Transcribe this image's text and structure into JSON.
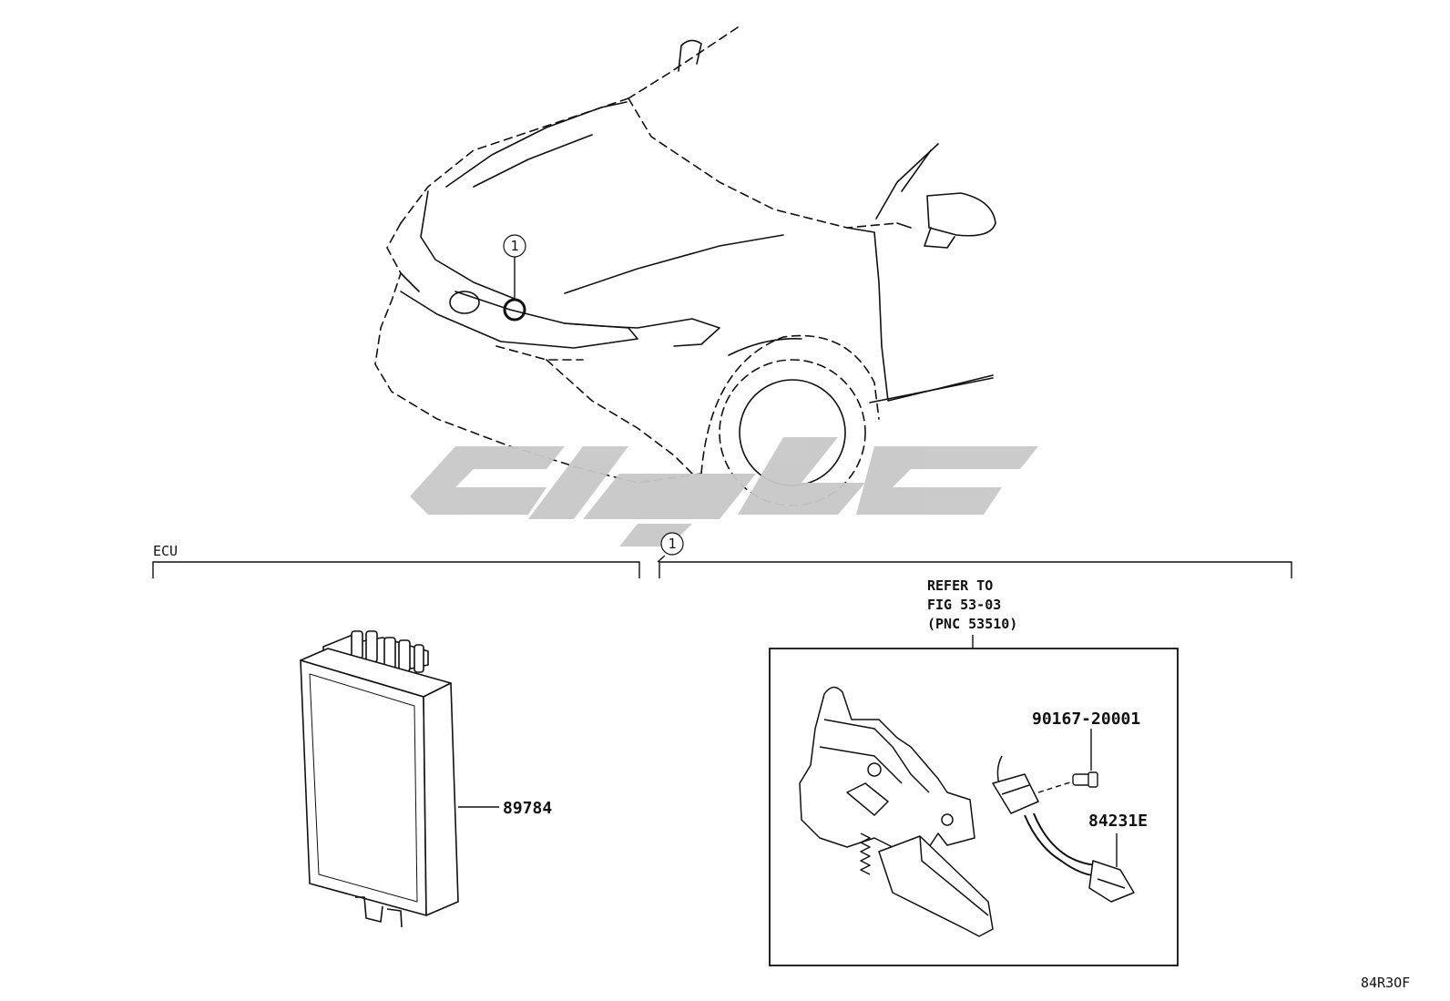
{
  "section_labels": {
    "ecu": "ECU",
    "hood_lock_callout": "1"
  },
  "car_callout": "1",
  "reference_note": {
    "line1": "REFER TO",
    "line2": "FIG 53-03",
    "line3": "(PNC 53510)"
  },
  "part_numbers": {
    "ecu": "89784",
    "bolt": "90167-20001",
    "switch": "84231E"
  },
  "diagram_code": "84R3OF",
  "colors": {
    "line": "#111111",
    "watermark": "#c8c8c8"
  }
}
